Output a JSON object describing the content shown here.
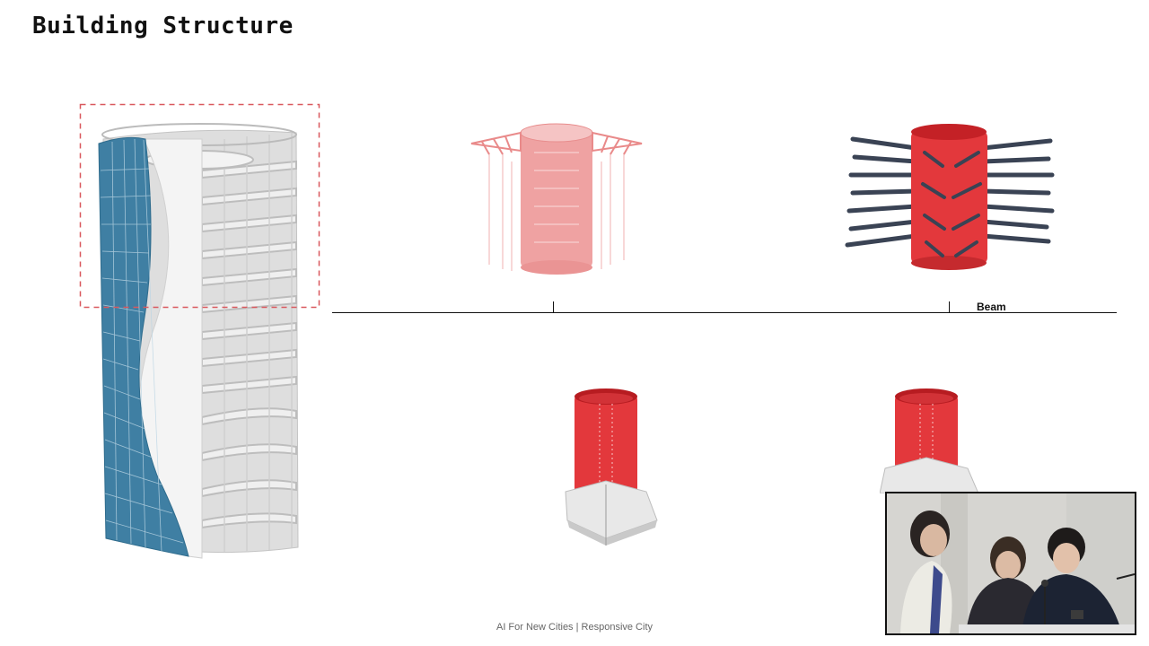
{
  "slide": {
    "title": "Building Structure",
    "timeline_label": "Beam",
    "footer": "AI For New Cities | Responsive City"
  },
  "colors": {
    "facade_blue": "#3f7fa3",
    "core_red": "#e3383c",
    "core_red_faded": "#efa2a2",
    "beam_dark": "#3a4354",
    "selection_dash": "#d9585e"
  },
  "video_overlay": {
    "participants": 3
  }
}
